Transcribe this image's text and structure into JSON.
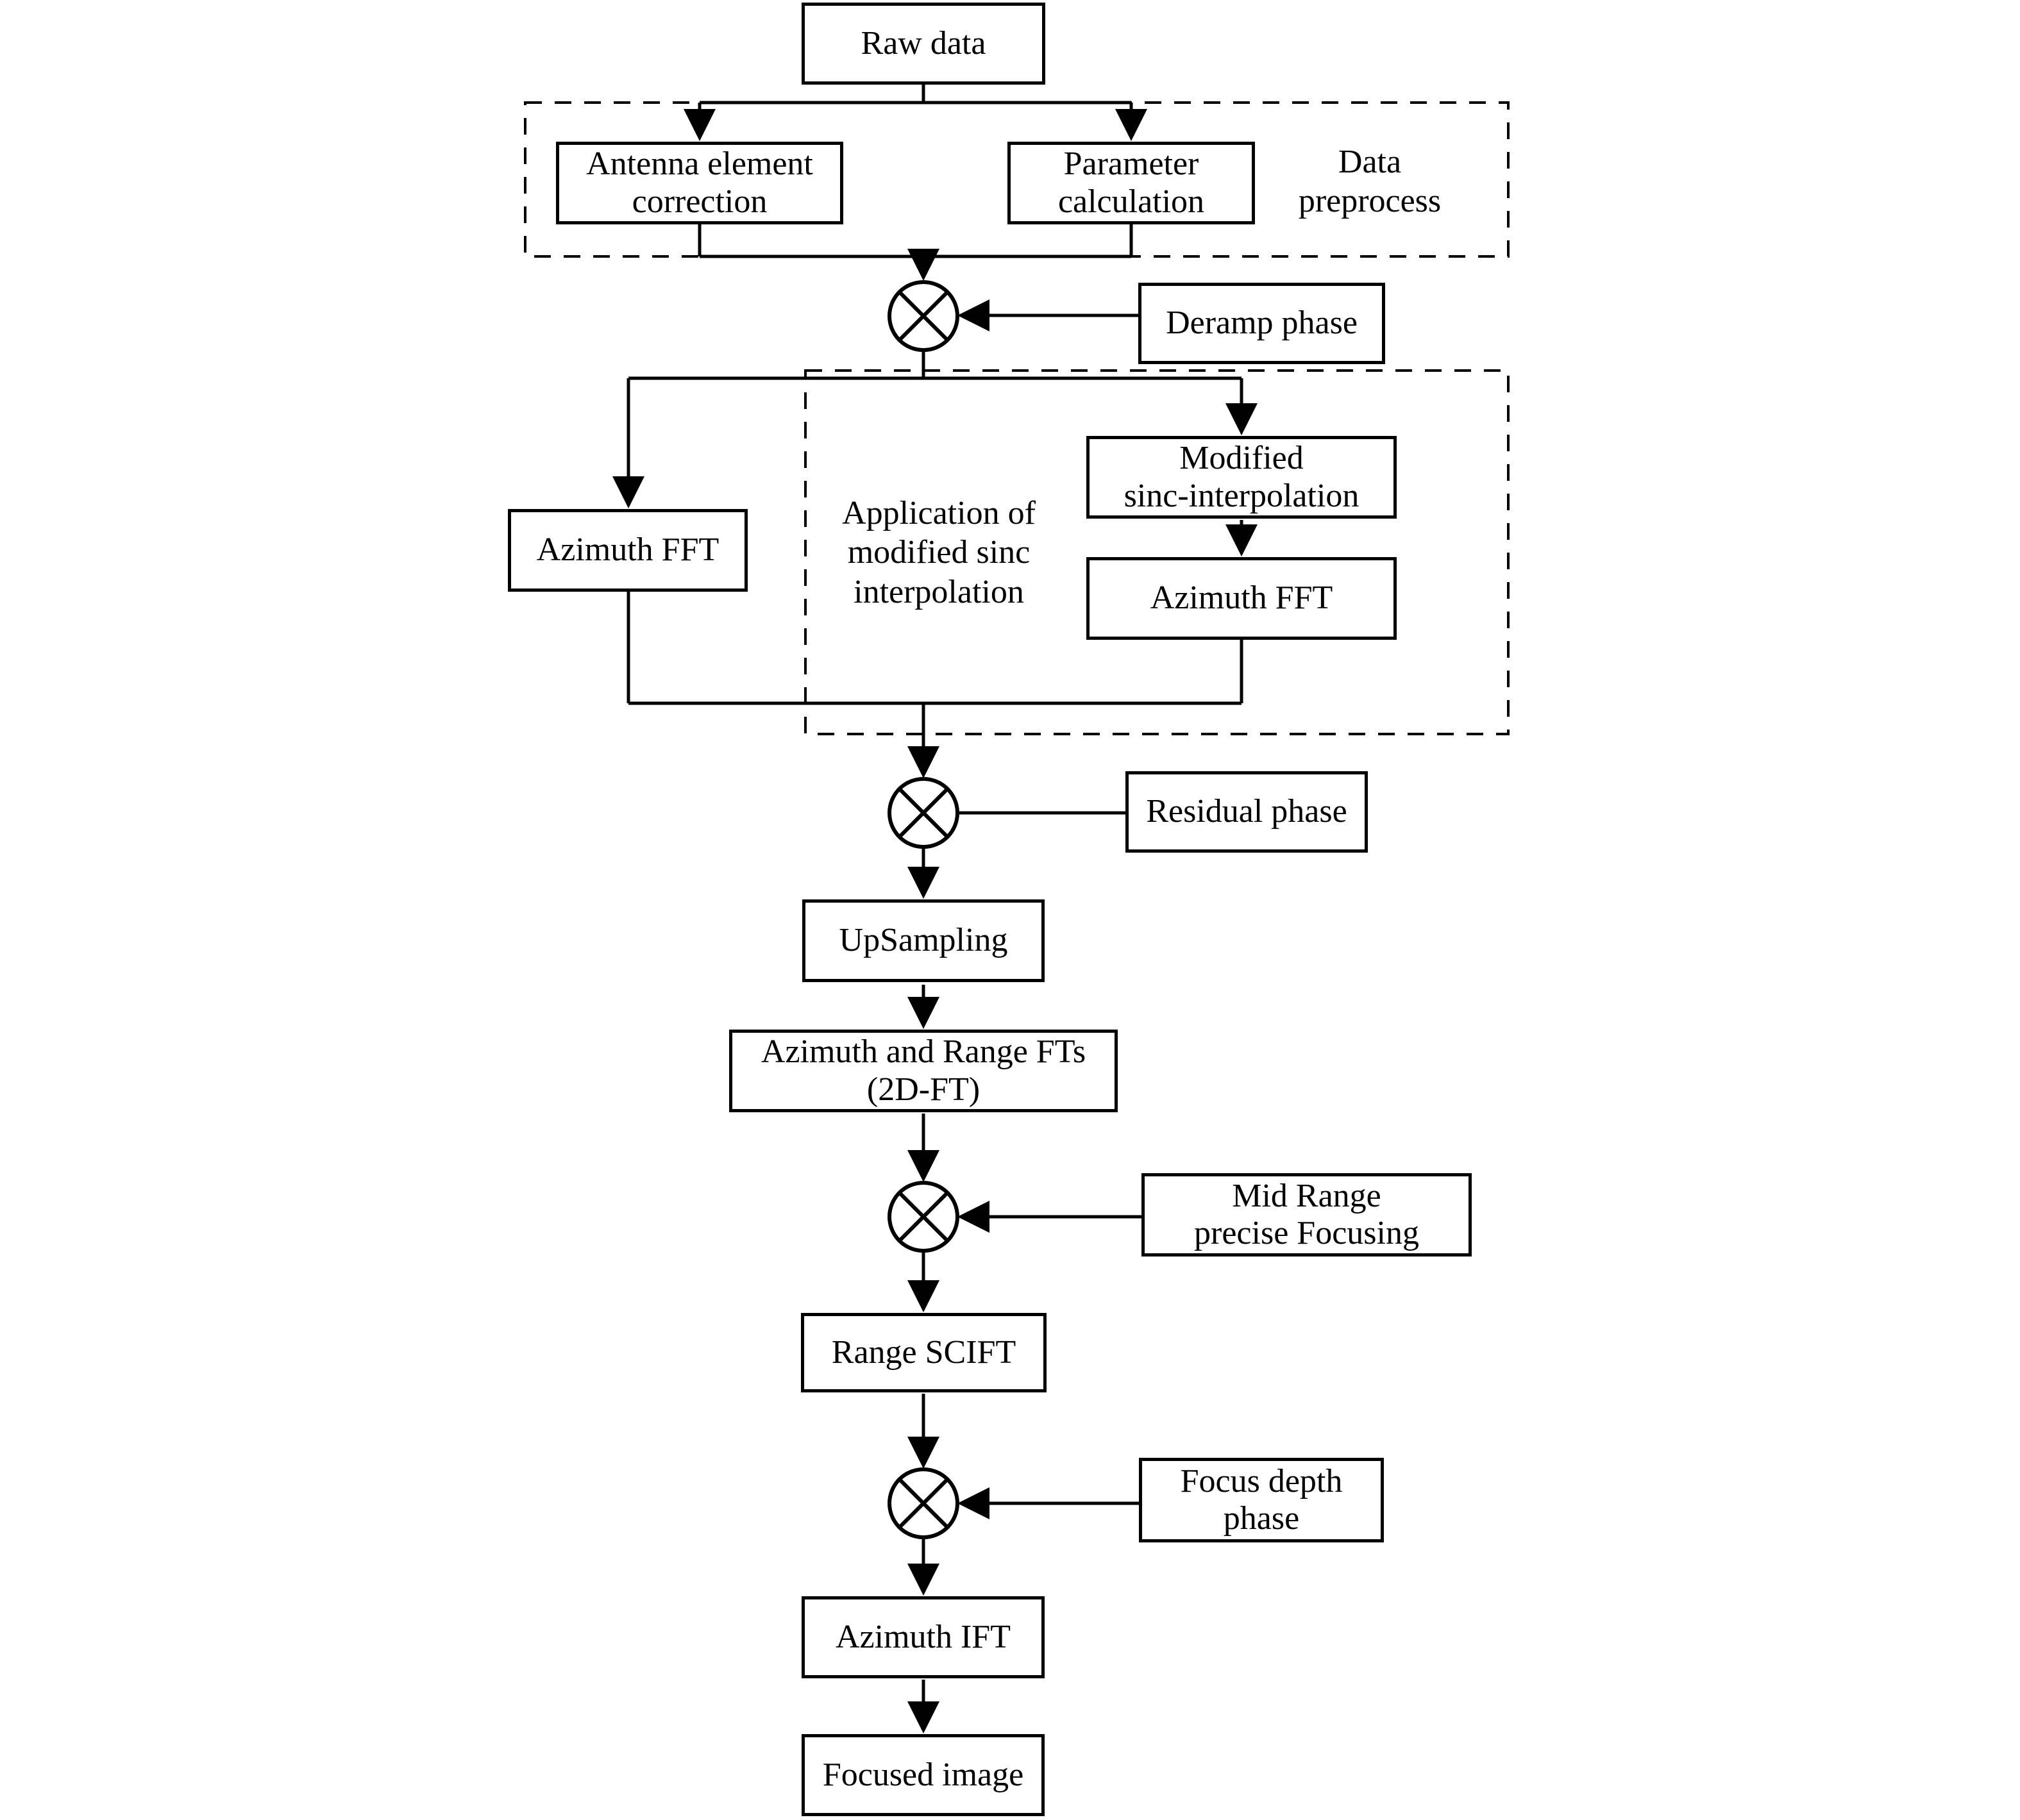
{
  "nodes": {
    "raw_data": "Raw data",
    "antenna_correction": "Antenna element\ncorrection",
    "parameter_calculation": "Parameter\ncalculation",
    "deramp_phase": "Deramp phase",
    "azimuth_fft_left": "Azimuth FFT",
    "modified_sinc": "Modified\nsinc-interpolation",
    "azimuth_fft_inner": "Azimuth FFT",
    "residual_phase": "Residual phase",
    "upsampling": "UpSampling",
    "azimuth_range_fts": "Azimuth and Range FTs\n(2D-FT)",
    "mid_range_focusing": "Mid Range\nprecise Focusing",
    "range_scift": "Range SCIFT",
    "focus_depth_phase": "Focus depth\nphase",
    "azimuth_ift": "Azimuth IFT",
    "focused_image": "Focused image"
  },
  "groups": {
    "data_preprocess": "Data\npreprocess",
    "sinc_application": "Application of\nmodified sinc\ninterpolation"
  },
  "operator": {
    "name": "multiply",
    "glyph": "⊗"
  },
  "colors": {
    "ink": "#000000",
    "paper": "#ffffff"
  }
}
